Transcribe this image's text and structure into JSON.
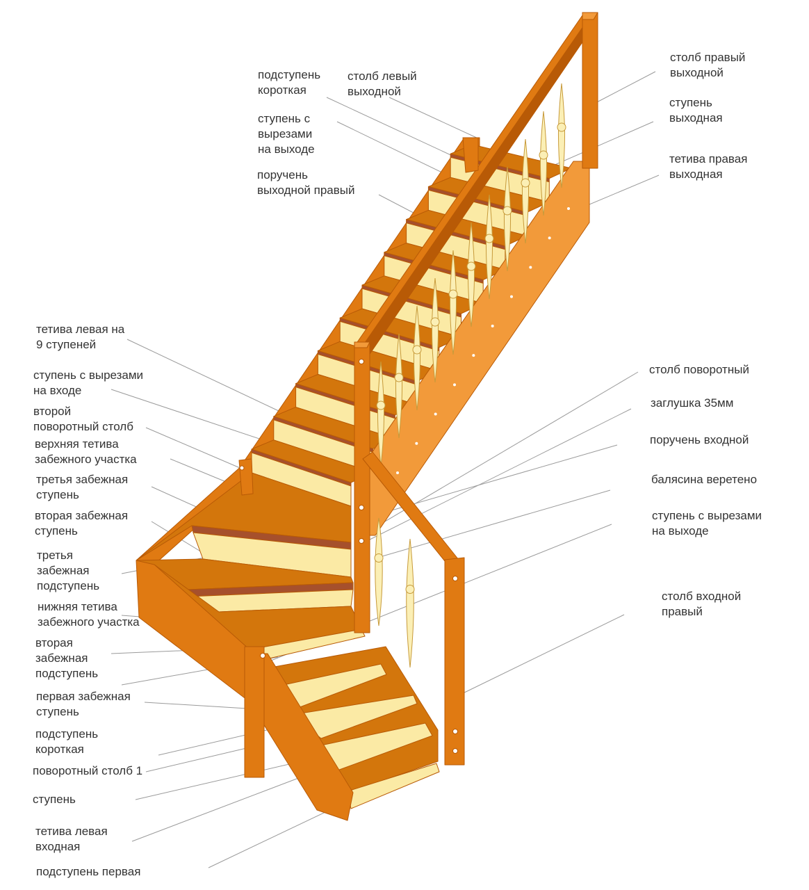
{
  "colors": {
    "wood": "#e07a12",
    "wood_dark": "#b85a06",
    "wood_light": "#f29a3a",
    "tread": "#d3760c",
    "riser": "#fbeaa5",
    "nosing": "#a6502c",
    "baluster": "#fbefb5",
    "baluster_stroke": "#c79a3a",
    "leader": "#9a9a9a",
    "text": "#333333"
  },
  "labels": {
    "riser_short_top": "подступень\nкороткая",
    "post_left_exit": "столб левый\nвыходной",
    "step_cutouts_exit_top": "ступень с\nвырезами\nна выходе",
    "handrail_exit_right": "поручень\nвыходной правый",
    "post_right_exit": "столб правый\nвыходной",
    "step_exit": "ступень\n выходная",
    "stringer_right_exit": "тетива правая\nвыходная",
    "stringer_left_9": "тетива левая на\n9 ступеней",
    "step_cutouts_entry": "ступень с вырезами\nна входе",
    "second_turn_post": "второй\nповоротный столб",
    "upper_stringer_winder": "верхняя тетива\nзабежного участка",
    "third_winder_step": "третья забежная\nступень",
    "second_winder_step": "вторая забежная\nступень",
    "third_winder_riser": "третья\nзабежная\nподступень",
    "lower_stringer_winder": "нижняя тетива\nзабежного участка",
    "second_winder_riser": "вторая\nзабежная\nподступень",
    "first_winder_step": "первая забежная\nступень",
    "riser_short_bottom": "подступень\nкороткая",
    "turn_post_1": "поворотный столб 1",
    "step": "ступень",
    "stringer_left_entry": "тетива левая\nвходная",
    "riser_first": "подступень первая",
    "turn_post": "столб поворотный",
    "plug_35mm": "заглушка 35мм",
    "handrail_entry": "поручень входной",
    "baluster_spindle": "балясина веретено",
    "step_cutouts_exit_right": "ступень с вырезами\nна выходе",
    "post_entry_right": "столб входной\nправый"
  }
}
